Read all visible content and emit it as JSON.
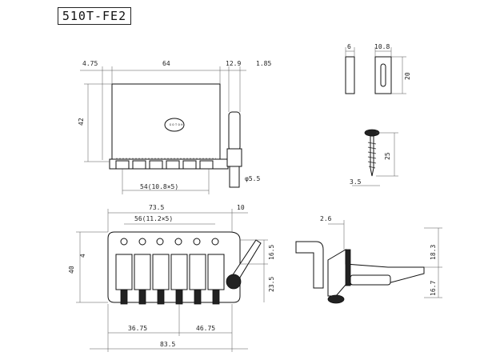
{
  "title": "510T-FE2",
  "top_view": {
    "dims": {
      "left_offset": "4.75",
      "width": "64",
      "right_offset": "12.9",
      "arm_offset": "1.85",
      "height": "42",
      "string_spacing": "54(10.8×5)",
      "arm_diameter": "φ5.5"
    }
  },
  "insert_view": {
    "dims": {
      "width_a": "6",
      "width_b": "10.8",
      "height": "20"
    }
  },
  "screw_view": {
    "dims": {
      "length": "25",
      "diameter": "3.5"
    }
  },
  "front_view": {
    "dims": {
      "total_to_hole": "73.5",
      "hole_offset": "10",
      "hole_spacing": "56(11.2×5)",
      "height": "40",
      "left_small": "4",
      "right_top": "16.5",
      "right_bottom": "23.5",
      "bottom_left": "36.75",
      "bottom_right": "46.75",
      "total": "83.5"
    }
  },
  "side_view": {
    "dims": {
      "top": "2.6",
      "right_upper": "18.3",
      "right_lower": "16.7"
    }
  }
}
